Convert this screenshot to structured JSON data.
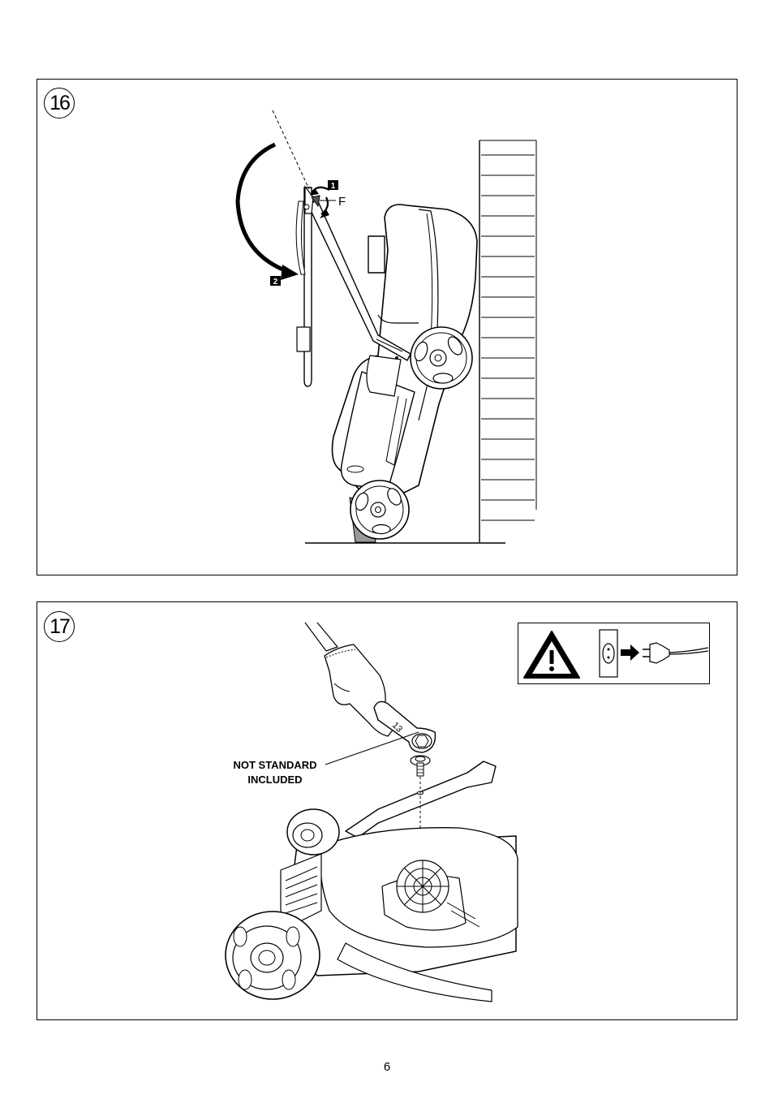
{
  "figures": [
    {
      "number": "16",
      "labels": {
        "step1": "1",
        "step2": "2",
        "pivot": "F"
      },
      "icons": [
        "lawn-mower-icon",
        "wall-scale-icon",
        "rotation-arrow-icon"
      ]
    },
    {
      "number": "17",
      "callout": "NOT STANDARD INCLUDED",
      "wrench_size": "13",
      "warning_icons": [
        "warning-triangle-icon",
        "power-socket-icon",
        "arrow-right-icon",
        "power-plug-icon"
      ]
    }
  ],
  "page_number": "6"
}
